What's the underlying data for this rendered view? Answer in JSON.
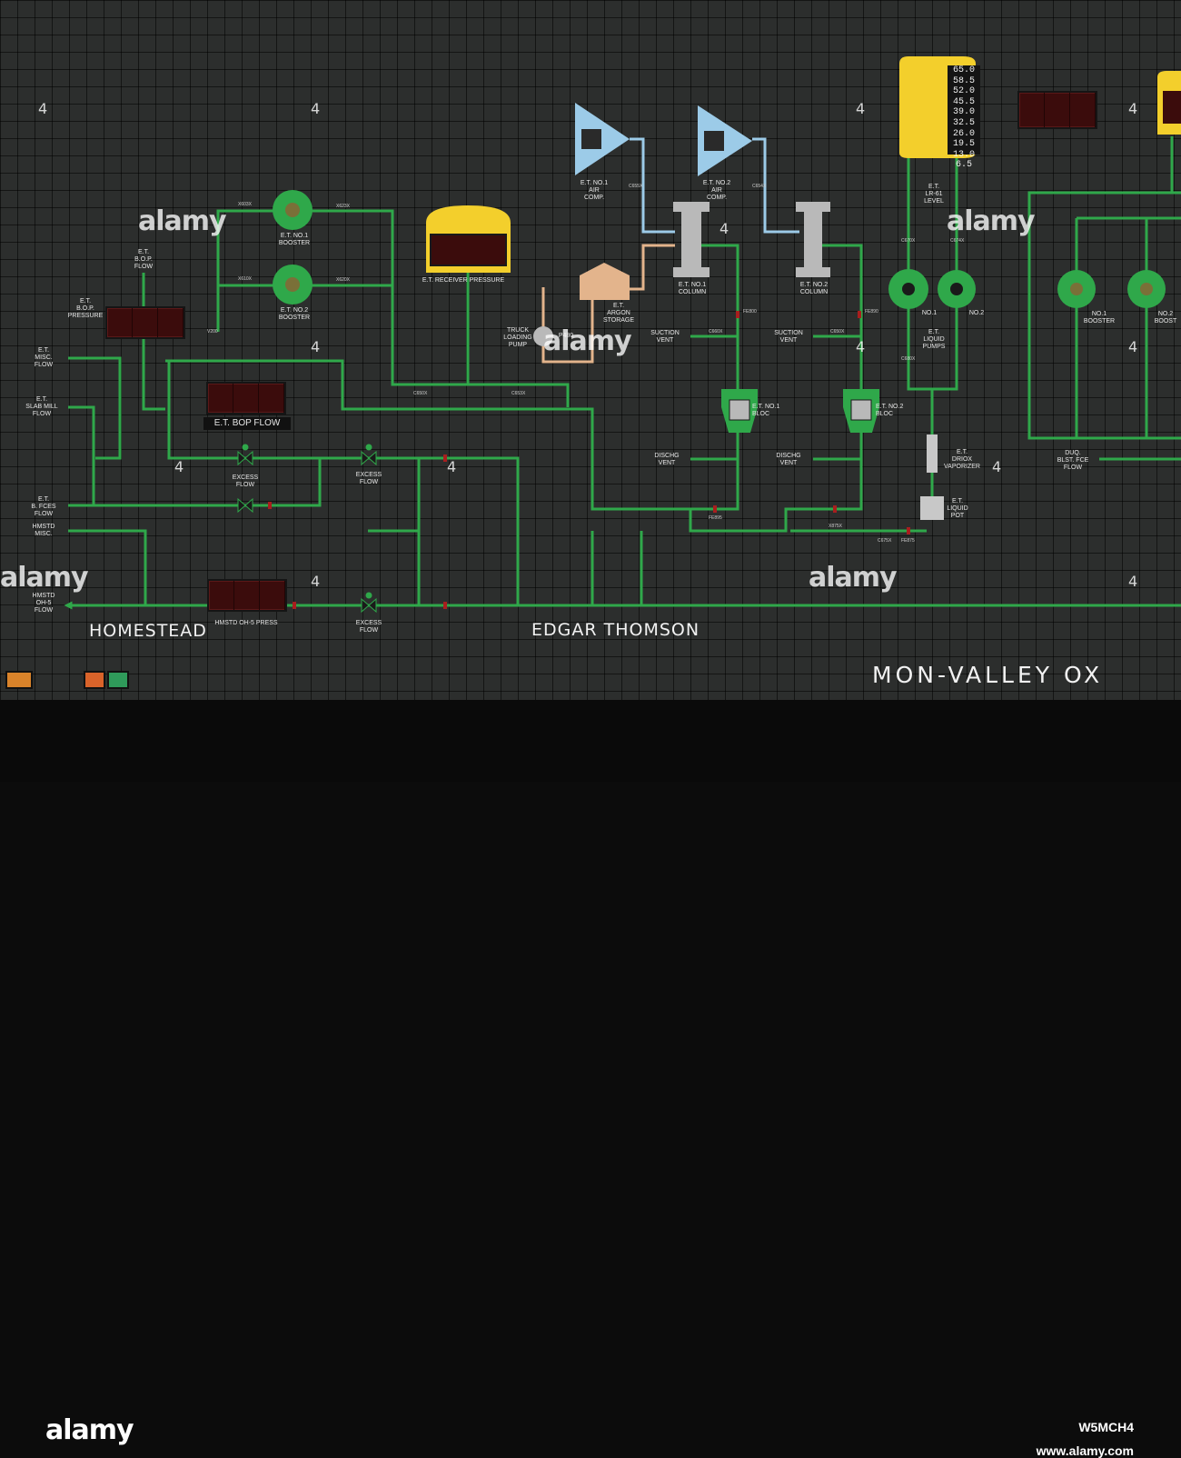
{
  "panel": {
    "title": "MON-VALLEY OX",
    "sections": {
      "homestead": "HOMESTEAD",
      "edgar_thomson": "EDGAR THOMSON"
    }
  },
  "equipment": {
    "air_comp_1": "E.T. NO.1\nAIR\nCOMP.",
    "air_comp_2": "E.T. NO.2\nAIR\nCOMP.",
    "booster_1": "E.T. NO.1\nBOOSTER",
    "booster_2": "E.T. NO.2\nBOOSTER",
    "receiver": "E.T. RECEIVER PRESSURE",
    "argon_storage": "E.T.\nARGON\nSTORAGE",
    "truck_pump": "TRUCK\nLOADING\nPUMP",
    "pump_code": "P480",
    "column_1": "E.T. NO.1\nCOLUMN",
    "column_2": "E.T. NO.2\nCOLUMN",
    "lr_level": "E.T.\nLR-61\nLEVEL",
    "liquid_pumps": "E.T.\nLIQUID\nPUMPS",
    "pump_no1": "NO.1",
    "pump_no2": "NO.2",
    "bloc_1": "E.T. NO.1\nBLOC",
    "bloc_2": "E.T. NO.2\nBLOC",
    "vaporizer": "E.T.\nDRIOX\nVAPORIZER",
    "liquid_pot": "E.T.\nLIQUID\nPOT",
    "right_booster_1": "NO.1\nBOOSTER",
    "right_booster_2": "NO.2\nBOOST",
    "blast_furnace": "DUQ.\nBLST. FCE\nFLOW"
  },
  "labels": {
    "bop_flow": "E.T.\nB.O.P.\nFLOW",
    "bop_pressure": "E.T.\nB.O.P.\nPRESSURE",
    "misc_flow": "E.T.\nMISC.\nFLOW",
    "slab_mill": "E.T.\nSLAB MILL\nFLOW",
    "bfces": "E.T.\nB. FCES\nFLOW",
    "hmstd_misc": "HMSTD\nMISC.",
    "hmstd_oh5_flow": "HMSTD\nOH-5\nFLOW",
    "bop_flow_box": "E.T. BOP FLOW",
    "hmstd_press": "HMSTD OH-5 PRESS",
    "excess_flow": "EXCESS\nFLOW",
    "suction_vent": "SUCTION\nVENT",
    "dischg_vent": "DISCHG\nVENT"
  },
  "level_scale": [
    "65.0",
    "58.5",
    "52.0",
    "45.5",
    "39.0",
    "32.5",
    "26.0",
    "19.5",
    "13.0",
    "6.5"
  ],
  "tags": {
    "x603x": "X603X",
    "x623x": "X623X",
    "x610x": "X610X",
    "x620x": "X620X",
    "c650x": "C650X",
    "c653x": "C653X",
    "c655x": "C655X",
    "c654x": "C654X",
    "fe800": "FE800",
    "fe890": "FE890",
    "c650ax": "C650X",
    "c660x": "C660X",
    "fe895": "FE895",
    "fe875": "FE875",
    "x875x": "X875X",
    "c675x": "C675X",
    "v200": "V200",
    "c670x": "C670X",
    "c674x": "C674X",
    "c680x": "C680X"
  },
  "colors": {
    "pipe": "#2fa84a",
    "air": "#9ccbe8",
    "argon": "#e3b48c",
    "yellow": "#f3cf2c",
    "column": "#b9b9b9",
    "panel": "#2c2e2d"
  },
  "watermark": {
    "brand": "alamy",
    "image_id": "W5MCH4",
    "site": "www.alamy.com",
    "digits": [
      "4",
      "4",
      "4",
      "4",
      "4",
      "4",
      "4",
      "4",
      "4",
      "4",
      "4",
      "4",
      "4"
    ]
  }
}
